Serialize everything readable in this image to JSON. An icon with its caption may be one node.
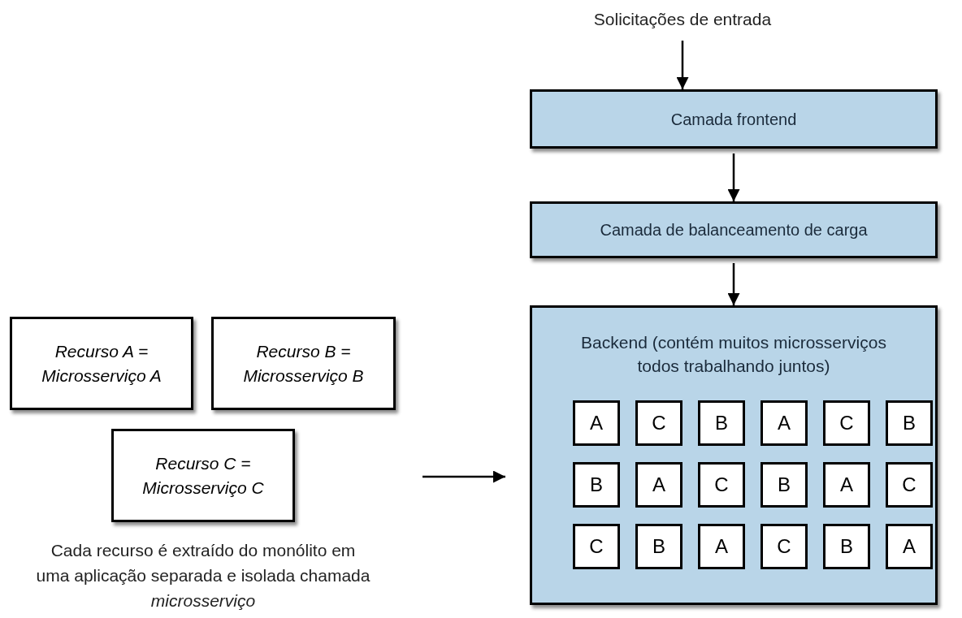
{
  "diagram": {
    "nodes": [
      {
        "text": [
          "Solicitações de entrada"
        ]
      },
      {
        "text": [
          "Camada frontend"
        ]
      },
      {
        "text": [
          "Camada de balanceamento de carga"
        ]
      },
      {
        "text": [
          "Backend (contém muitos microsserviços todos trabalhando juntos)"
        ]
      },
      {
        "text": [
          "A"
        ],
        "in": 3
      },
      {
        "text": [
          "C"
        ],
        "in": 3
      },
      {
        "text": [
          "B"
        ],
        "in": 3
      },
      {
        "text": [
          "A"
        ],
        "in": 3
      },
      {
        "text": [
          "C"
        ],
        "in": 3
      },
      {
        "text": [
          "B"
        ],
        "in": 3
      },
      {
        "text": [
          "B"
        ],
        "in": 3
      },
      {
        "text": [
          "A"
        ],
        "in": 3
      },
      {
        "text": [
          "C"
        ],
        "in": 3
      },
      {
        "text": [
          "B"
        ],
        "in": 3
      },
      {
        "text": [
          "A"
        ],
        "in": 3
      },
      {
        "text": [
          "C"
        ],
        "in": 3
      },
      {
        "text": [
          "C"
        ],
        "in": 3
      },
      {
        "text": [
          "B"
        ],
        "in": 3
      },
      {
        "text": [
          "A"
        ],
        "in": 3
      },
      {
        "text": [
          "C"
        ],
        "in": 3
      },
      {
        "text": [
          "B"
        ],
        "in": 3
      },
      {
        "text": [
          "A"
        ],
        "in": 3
      },
      {
        "text": [
          "Recurso A = Microsserviço A"
        ]
      },
      {
        "text": [
          "Recurso B = Microsserviço B"
        ]
      },
      {
        "text": [
          "Recurso C = Microsserviço C"
        ]
      }
    ],
    "edges": [
      {
        "from": 0,
        "to": 1,
        "arrow": "to"
      },
      {
        "from": 1,
        "to": 2,
        "arrow": "to"
      },
      {
        "from": 2,
        "to": 3,
        "arrow": "to"
      },
      {
        "from": null,
        "to": 3,
        "arrow": "to"
      }
    ],
    "labels": [
      "Cada recurso é extraído do monólito em uma aplicação separada e isolada chamada *microsserviço*"
    ]
  }
}
